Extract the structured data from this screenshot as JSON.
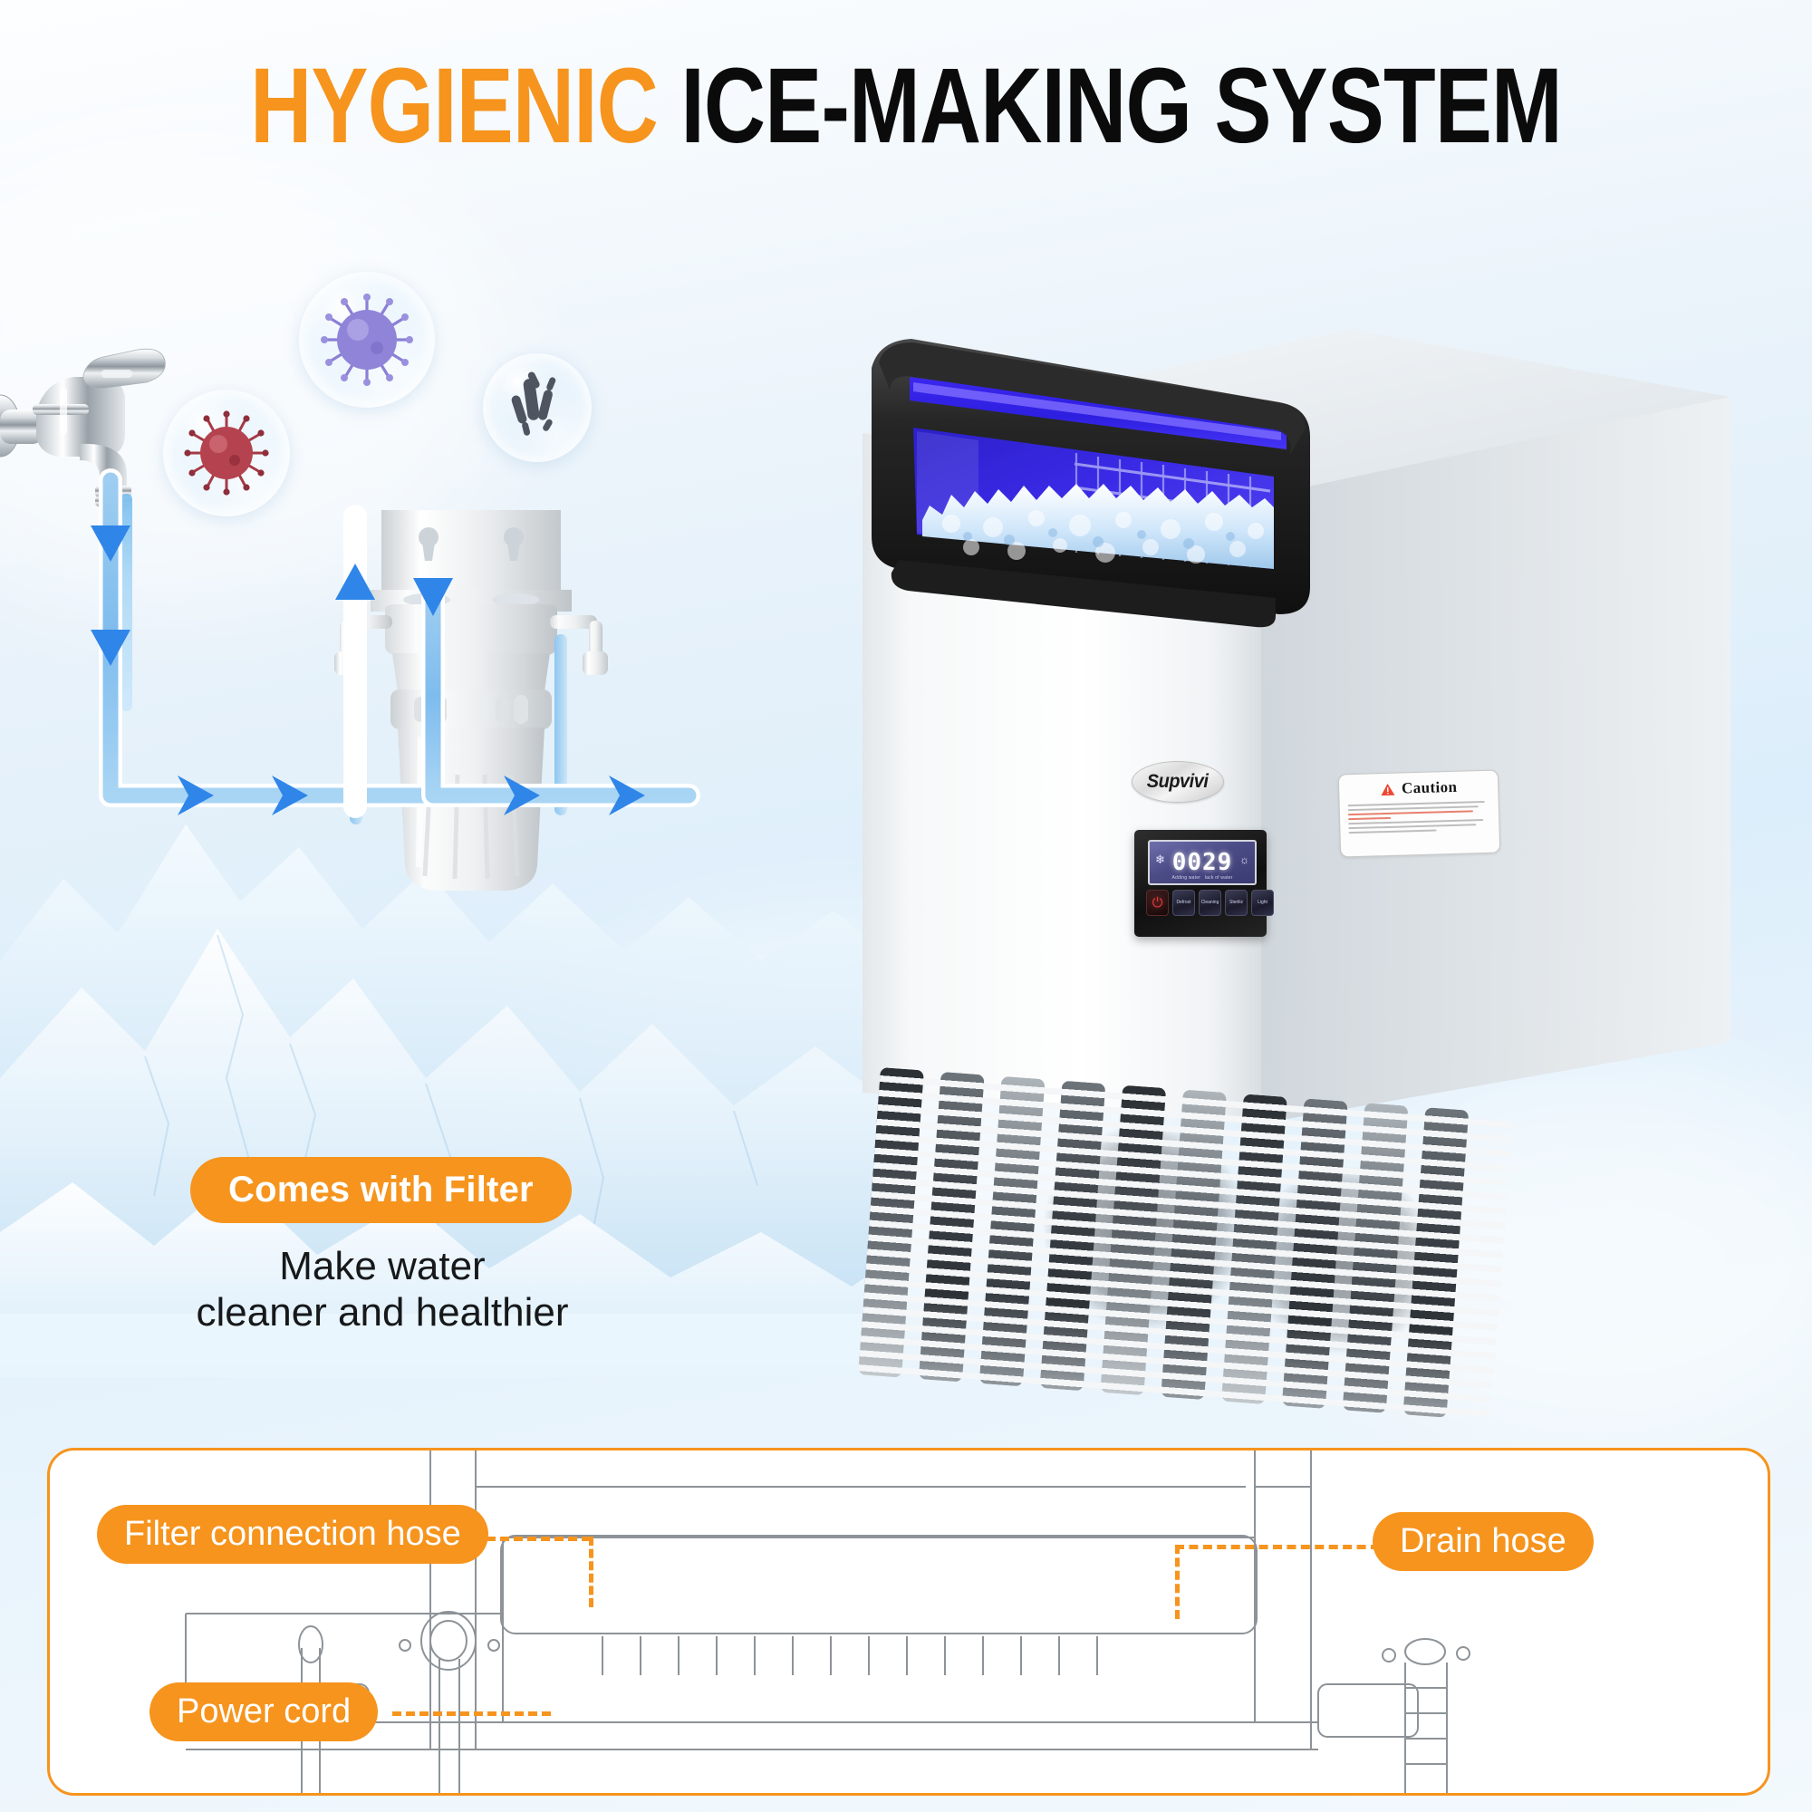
{
  "title": {
    "highlight": "HYGIENIC",
    "rest": " ICE-MAKING SYSTEM"
  },
  "colors": {
    "accent_orange": "#F6941D",
    "title_black": "#0b0b0b",
    "water_blue": "#4a9ee8",
    "uv_blue": "#3a2ff0",
    "background_ice": "#dceefb"
  },
  "left_scene": {
    "faucet_label": "faucet",
    "water_stream_label": "water-stream",
    "bubbles": [
      {
        "name": "virus-bubble-purple",
        "germ_color": "#8b7fd6"
      },
      {
        "name": "virus-bubble-red",
        "germ_color": "#b5434f"
      },
      {
        "name": "bacteria-bubble",
        "germ_color": "#3e4450"
      }
    ],
    "filter_label": "water-filter-housing",
    "flow_arrows": "water-flow-arrows"
  },
  "feature": {
    "badge": "Comes with Filter",
    "description_line1": "Make water",
    "description_line2": "cleaner and healthier"
  },
  "machine": {
    "brand_logo": "Supvivi",
    "caution": {
      "heading": "Caution",
      "icon": "warning-triangle-icon"
    },
    "control_panel": {
      "display_value": "0029",
      "display_unit": "℃",
      "snowflake_icon": "snowflake-icon",
      "uv_icon": "uv-lamp-icon",
      "sub_label_left": "Adding water",
      "sub_label_right": "lack of water",
      "buttons": [
        {
          "name": "power-button",
          "label": "⏻"
        },
        {
          "name": "defrost-button",
          "label": "Defrost"
        },
        {
          "name": "cleaning-button",
          "label": "Cleaning"
        },
        {
          "name": "sterilize-button",
          "label": "Steriliz"
        },
        {
          "name": "light-button",
          "label": "Light"
        }
      ]
    },
    "window_label": "ice-storage-window",
    "grille_label": "ventilation-grille"
  },
  "diagram": {
    "labels": [
      {
        "name": "filter-connection-hose-label",
        "text": "Filter connection hose"
      },
      {
        "name": "drain-hose-label",
        "text": "Drain hose"
      },
      {
        "name": "power-cord-label",
        "text": "Power cord"
      }
    ]
  }
}
